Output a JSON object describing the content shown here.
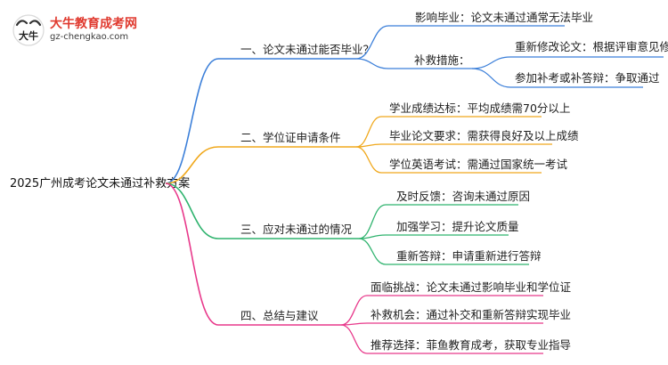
{
  "logo": {
    "brand": "大牛教育成考网",
    "domain": "gz-chengkao.com",
    "mark_glyph": "大牛"
  },
  "root": "2025广州成考论文未通过补救方案",
  "colors": {
    "blue": "#3b7fd9",
    "orange": "#f0a81c",
    "green": "#2fb36e",
    "pink": "#e8398b"
  },
  "branches": [
    {
      "label": "一、论文未通过能否毕业？",
      "color": "blue",
      "children": [
        {
          "label": "影响毕业：论文未通过通常无法毕业"
        },
        {
          "label": "补救措施：",
          "children": [
            {
              "label": "重新修改论文：根据评审意见修改"
            },
            {
              "label": "参加补考或补答辩：争取通过"
            }
          ]
        }
      ]
    },
    {
      "label": "二、学位证申请条件",
      "color": "orange",
      "children": [
        {
          "label": "学业成绩达标：平均成绩需70分以上"
        },
        {
          "label": "毕业论文要求：需获得良好及以上成绩"
        },
        {
          "label": "学位英语考试：需通过国家统一考试"
        }
      ]
    },
    {
      "label": "三、应对未通过的情况",
      "color": "green",
      "children": [
        {
          "label": "及时反馈：咨询未通过原因"
        },
        {
          "label": "加强学习：提升论文质量"
        },
        {
          "label": "重新答辩：申请重新进行答辩"
        }
      ]
    },
    {
      "label": "四、总结与建议",
      "color": "pink",
      "children": [
        {
          "label": "面临挑战：论文未通过影响毕业和学位证"
        },
        {
          "label": "补救机会：通过补交和重新答辩实现毕业"
        },
        {
          "label": "推荐选择：菲鱼教育成考，获取专业指导"
        }
      ]
    }
  ]
}
